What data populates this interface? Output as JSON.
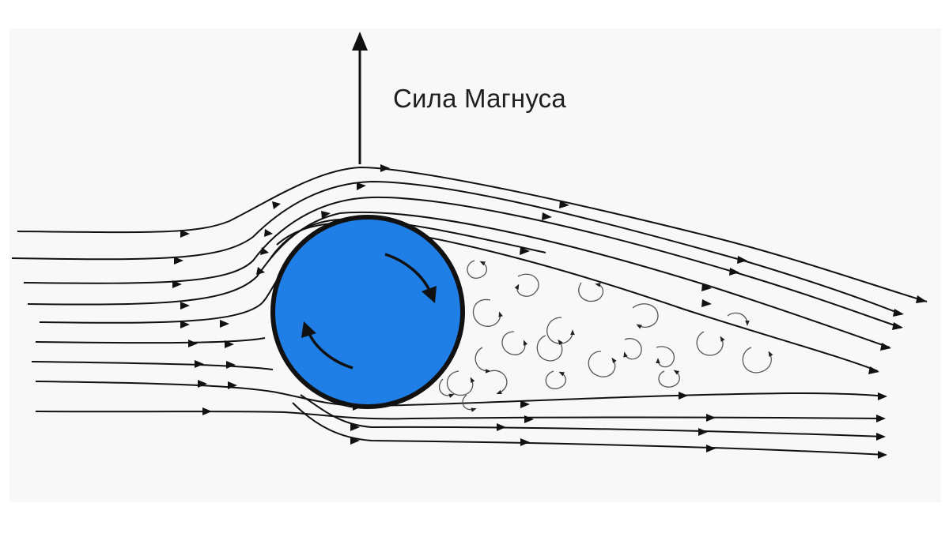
{
  "labels": {
    "force": "Сила Магнуса"
  },
  "colors": {
    "cylinder_fill": "#1f7fe6",
    "cylinder_outline": "#111111",
    "streamline": "#111111",
    "wake_eddy": "#555555"
  },
  "elements": {
    "cylinder": "spinning-cylinder",
    "rotation": "clockwise",
    "force_direction": "up"
  }
}
